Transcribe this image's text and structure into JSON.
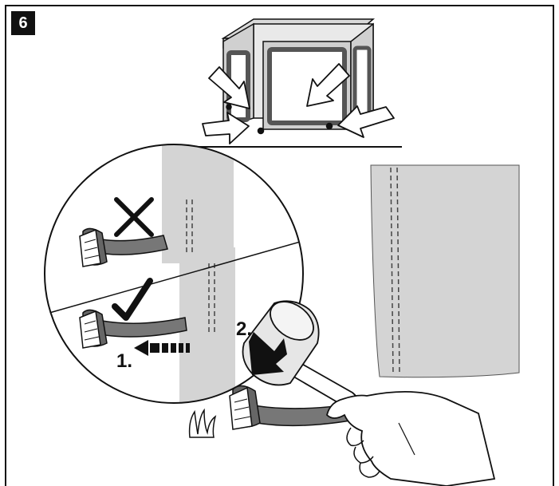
{
  "step": {
    "number": "6"
  },
  "labels": {
    "step1": "1.",
    "step2": "2."
  },
  "colors": {
    "fabric": "#d4d4d4",
    "frame": "#5a5a5a",
    "stake": "#777777",
    "outline": "#111111"
  },
  "icons": [
    "cross-icon",
    "check-icon",
    "arrow-icon",
    "mallet-icon",
    "hand-icon",
    "grass-icon"
  ]
}
